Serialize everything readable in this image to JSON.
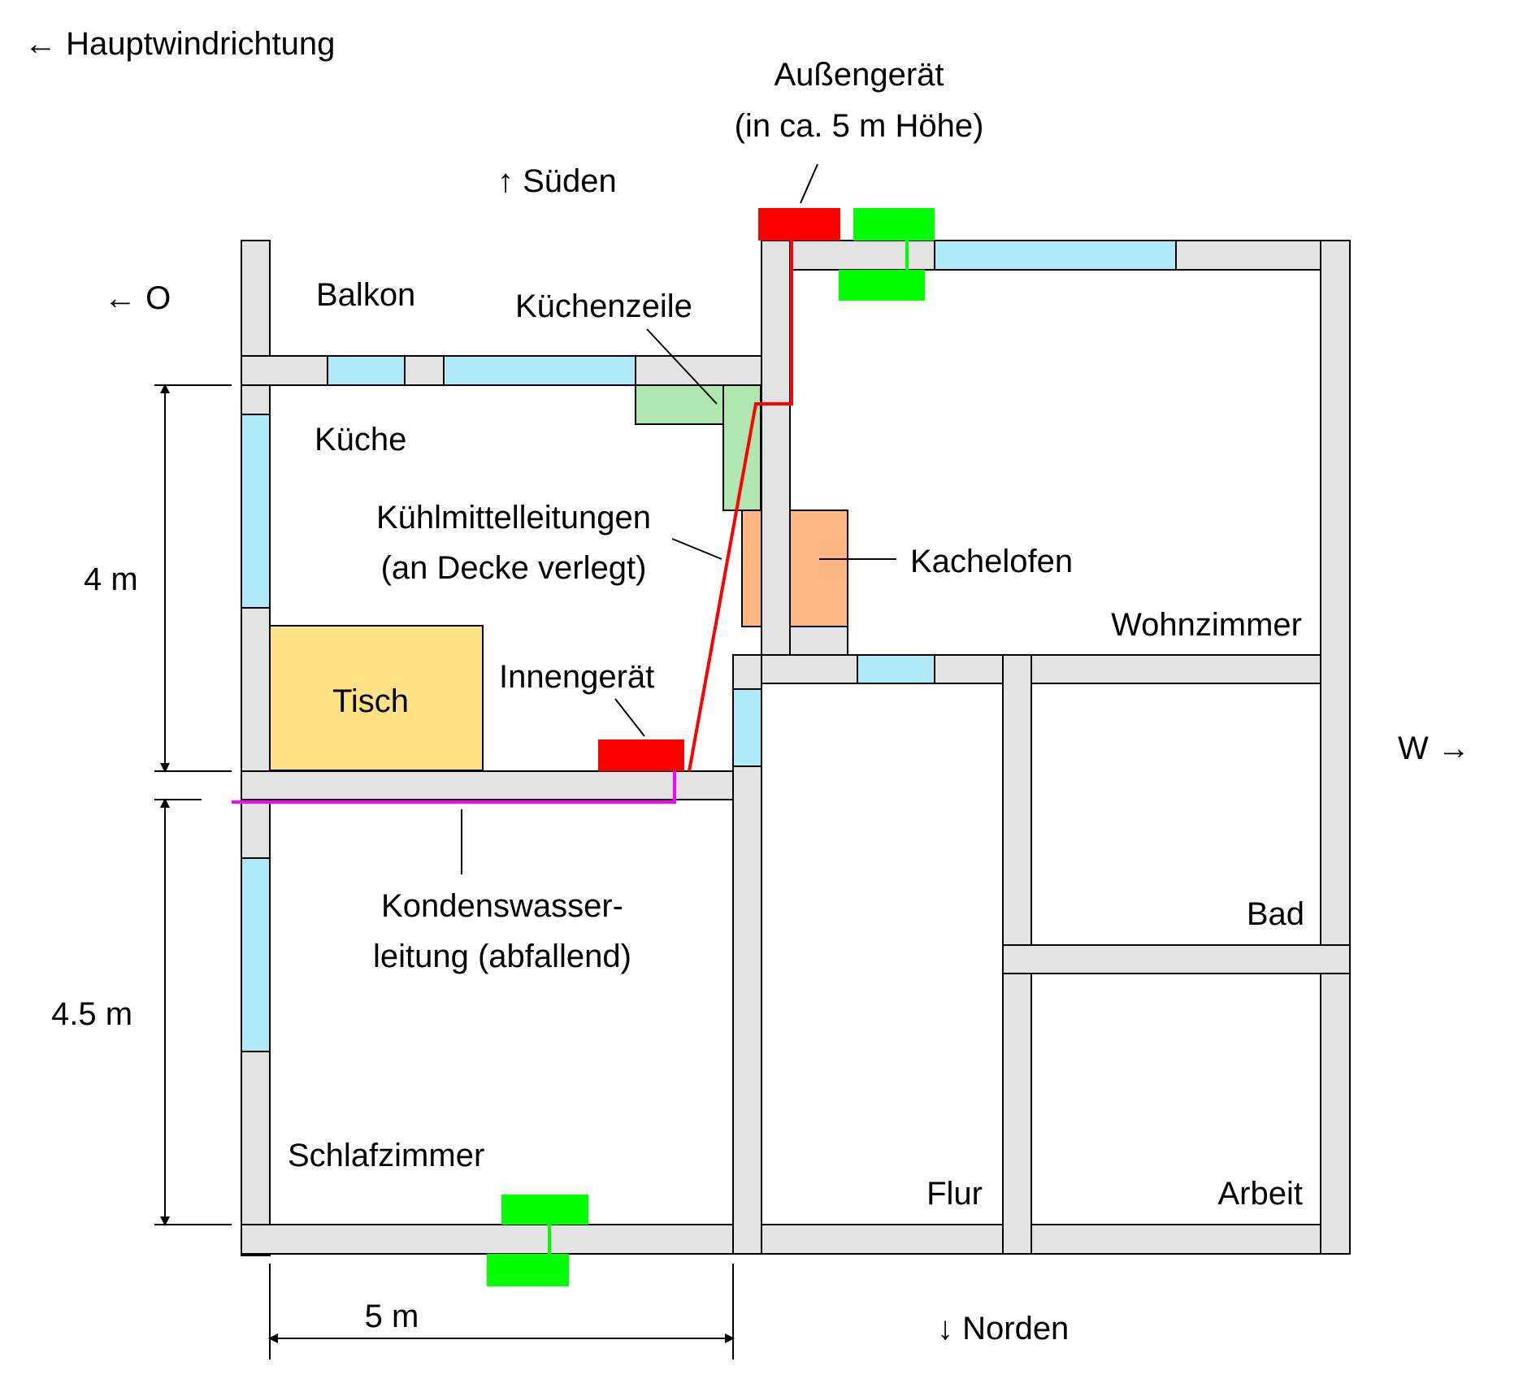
{
  "colors": {
    "wall": "#e3e3e3",
    "window": "#aeeaf8",
    "outdoor_unit": "#ff0000",
    "indoor_unit": "#ff0000",
    "refrigerant_line": "#ff0000",
    "condensate_line": "#ff00ff",
    "vent": "#00ff00",
    "kitchenette": "#b0e6b0",
    "stove": "#ffb680",
    "table": "#ffe283"
  },
  "labels": {
    "wind": "← Hauptwindrichtung",
    "outdoor_unit_1": "Außengerät",
    "outdoor_unit_2": "(in ca. 5 m Höhe)",
    "south": "↑ Süden",
    "north": "↓ Norden",
    "east": "← O",
    "west": "W →",
    "balcony": "Balkon",
    "kitchenette": "Küchenzeile",
    "kitchen": "Küche",
    "refrigerant_1": "Kühlmittelleitungen",
    "refrigerant_2": "(an Decke verlegt)",
    "stove": "Kachelofen",
    "living_room": "Wohnzimmer",
    "table": "Tisch",
    "indoor_unit": "Innengerät",
    "condensate_1": "Kondenswasser-",
    "condensate_2": "leitung (abfallend)",
    "bathroom": "Bad",
    "bedroom": "Schlafzimmer",
    "hallway": "Flur",
    "office": "Arbeit",
    "dim_kitchen": "4 m",
    "dim_bedroom": "4.5 m",
    "dim_width": "5 m"
  }
}
